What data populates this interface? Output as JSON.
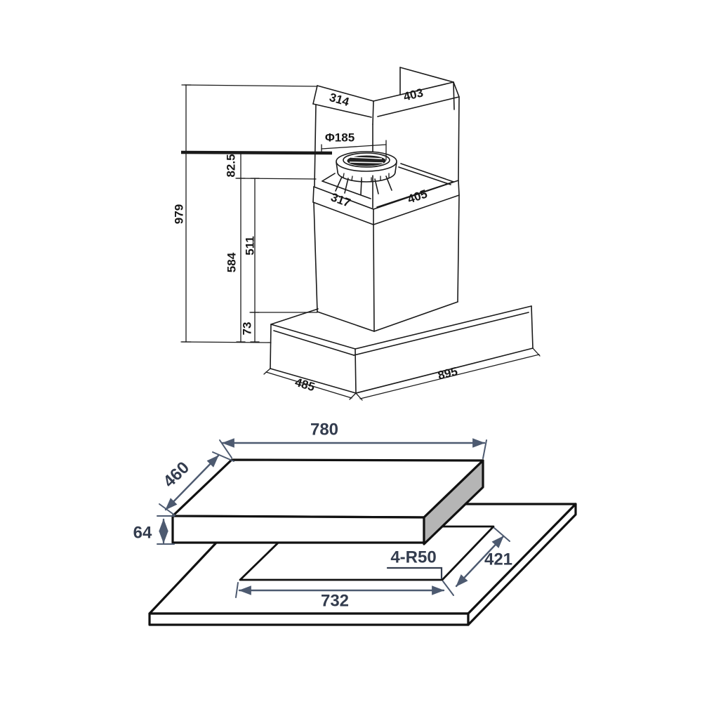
{
  "page": {
    "background": "#ffffff"
  },
  "colors": {
    "line_dark": "#1a1a1a",
    "hob_outline": "#111111",
    "dim_arrow": "#4d5a70",
    "dim_text": "#333c4e",
    "side_face_fill": "#b5b5b5"
  },
  "hood_drawing": {
    "total_height": "979",
    "collar_height": "82.5",
    "body_with_base_height": "584",
    "body_height": "511",
    "base_height": "73",
    "chimney_top_depth": "314",
    "chimney_top_width": "403",
    "duct_diameter": "Φ185",
    "hood_top_depth": "317",
    "hood_top_width": "405",
    "base_depth": "485",
    "base_width": "895"
  },
  "hob_drawing": {
    "top_width": "780",
    "top_depth": "460",
    "thickness": "64",
    "cutout_width": "732",
    "cutout_depth": "421",
    "cutout_corner_radius": "4-R50"
  }
}
